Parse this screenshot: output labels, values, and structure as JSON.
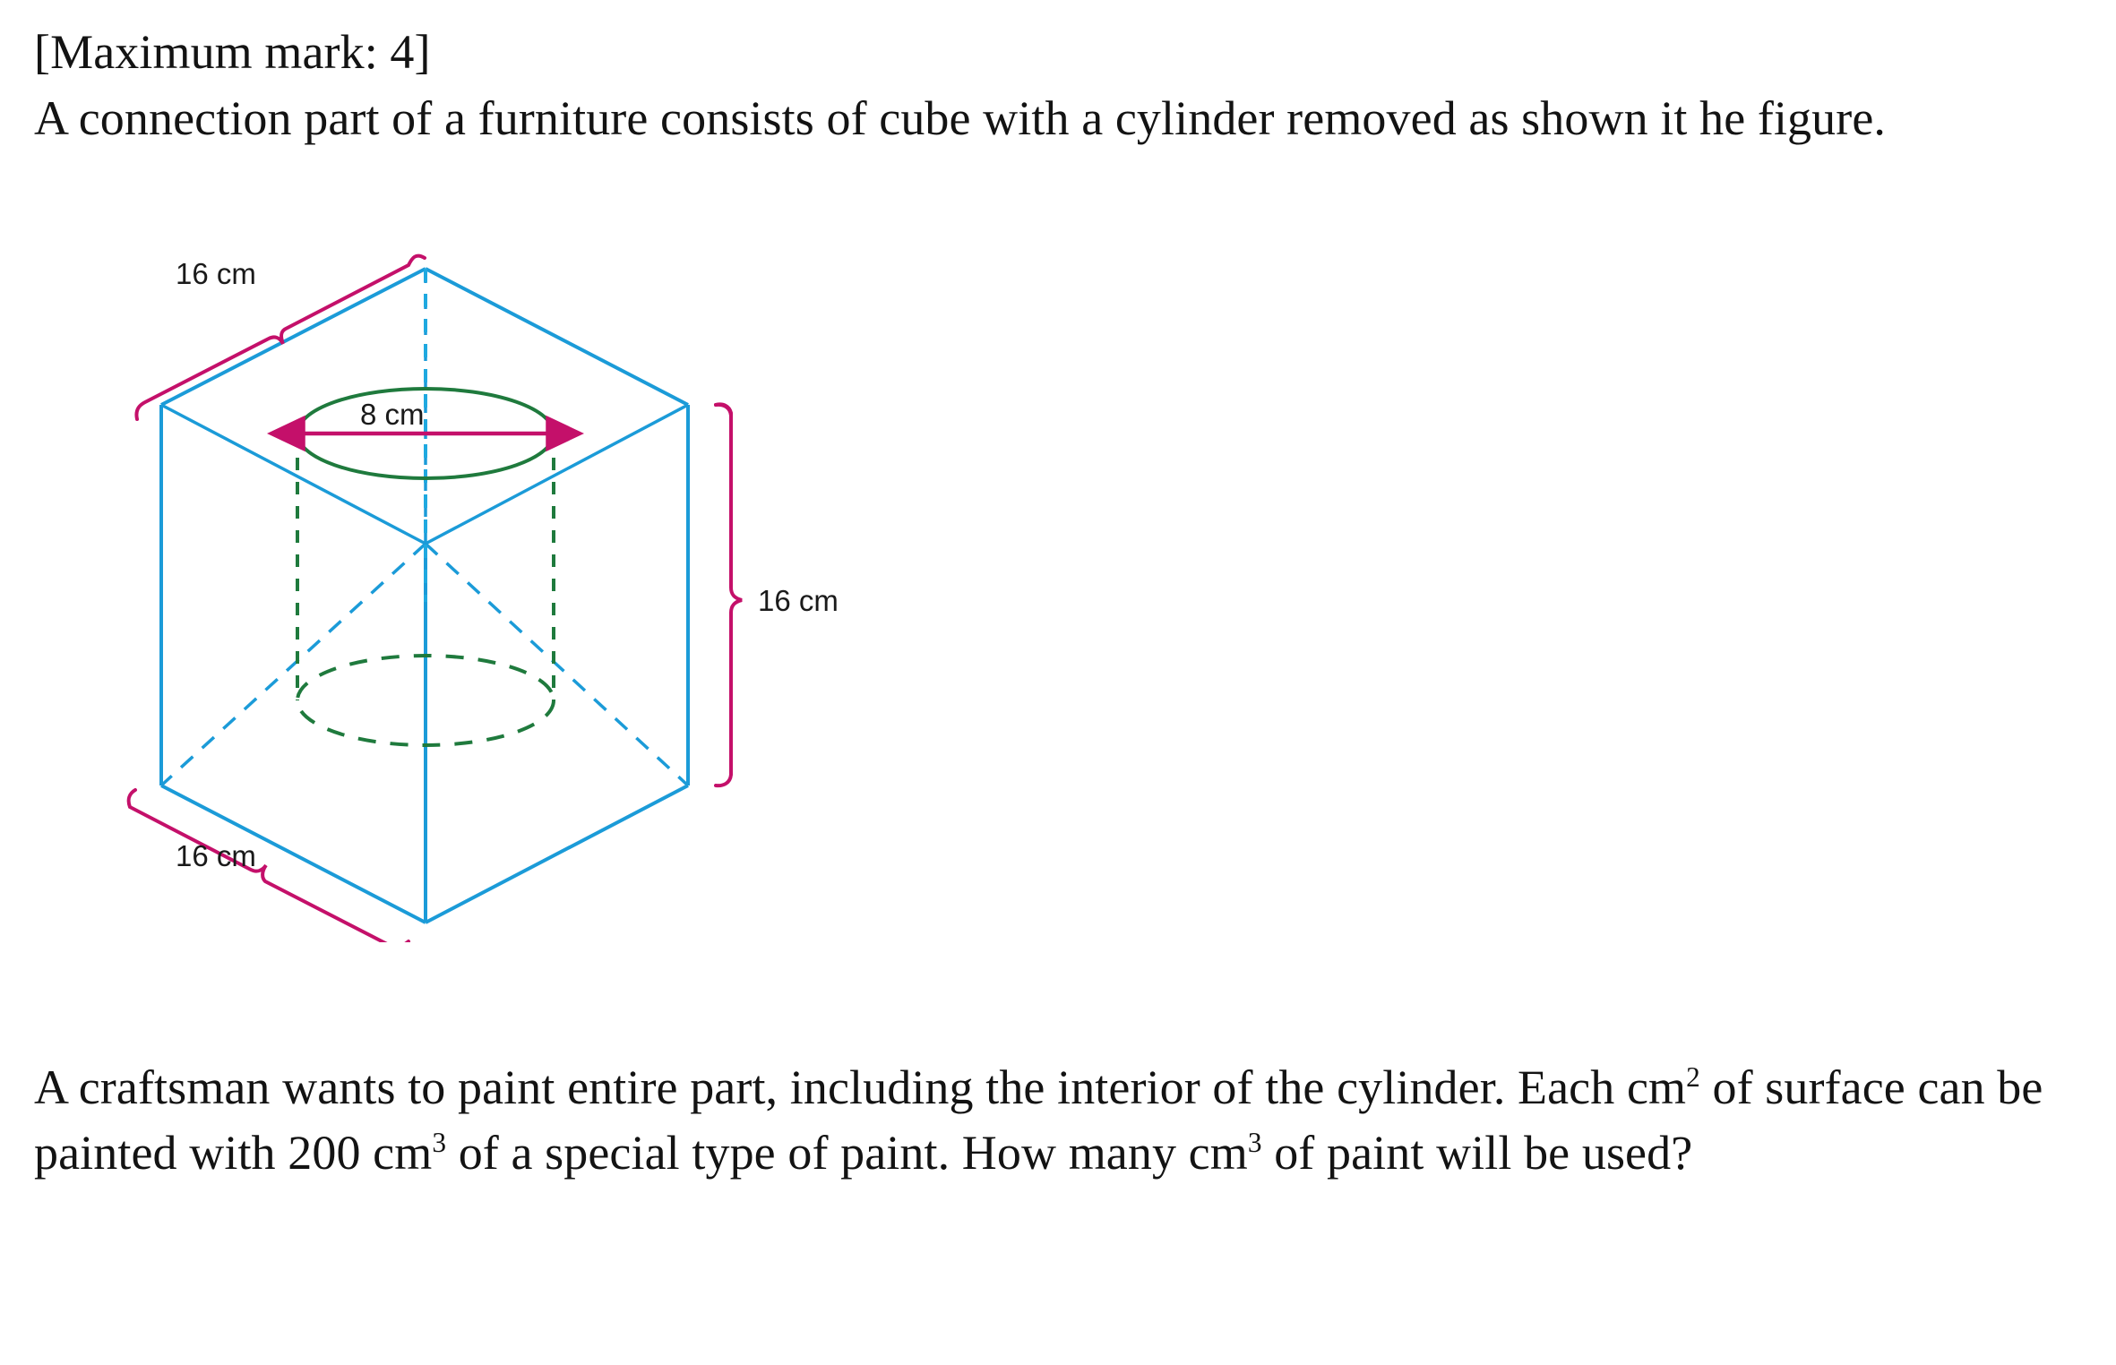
{
  "document": {
    "max_mark_line": "[Maximum mark: 4]",
    "intro_text": "A connection part of a furniture consists of cube with a cylinder removed  as shown it he figure.",
    "question": {
      "part1": "A craftsman wants to paint entire part, including the interior of the cylinder. Each cm",
      "sup1": "2",
      "part2": " of surface can be painted with 200 cm",
      "sup2": "3",
      "part3": " of a special type of paint. How many cm",
      "sup3": "3",
      "part4": " of paint will be used?"
    }
  },
  "figure": {
    "labels": {
      "cube_top_edge": "16 cm",
      "cube_bottom_edge": "16 cm",
      "cube_height": "16 cm",
      "cylinder_diameter": "8 cm"
    },
    "colors": {
      "cube_line": "#1b9bd8",
      "cube_hidden_line": "#1b9bd8",
      "cylinder_line": "#1f7a3d",
      "dimension_line": "#c4106a",
      "axis_line": "#1b9bd8",
      "label_text": "#1a1a1a"
    },
    "geometry": {
      "cube_edge_cm": 16,
      "cylinder_diameter_cm": 8,
      "cylinder_height_cm": 16,
      "projection": "isometric"
    }
  },
  "chart_data": {
    "type": "diagram",
    "title": "Cube with cylindrical hole removed",
    "shapes": [
      {
        "name": "cube",
        "edge_length_cm": 16,
        "stroke": "#1b9bd8"
      },
      {
        "name": "cylinder-hole",
        "diameter_cm": 8,
        "height_cm": 16,
        "stroke": "#1f7a3d"
      }
    ],
    "annotations": [
      {
        "label": "16 cm",
        "measures": "cube top-left edge"
      },
      {
        "label": "16 cm",
        "measures": "cube bottom-left edge"
      },
      {
        "label": "16 cm",
        "measures": "cube vertical height (right side)"
      },
      {
        "label": "8 cm",
        "measures": "cylinder diameter across top face"
      }
    ]
  }
}
